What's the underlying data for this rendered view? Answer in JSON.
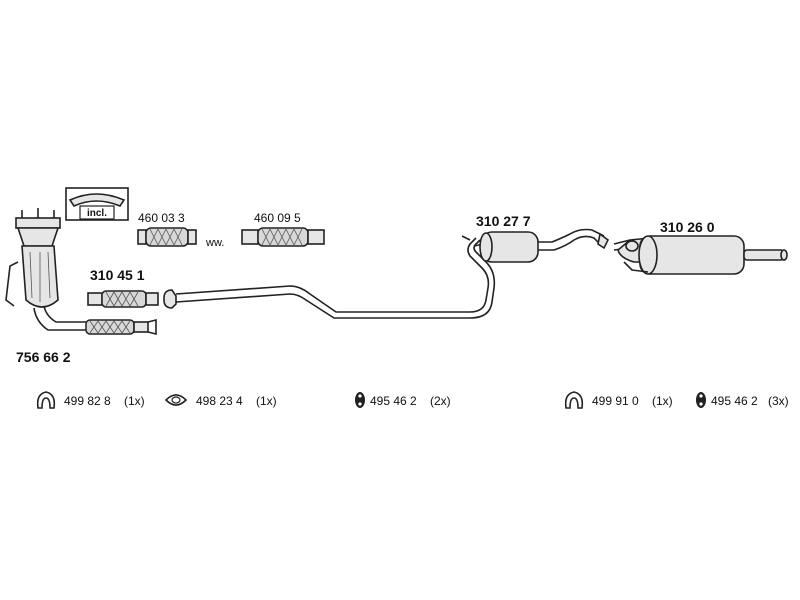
{
  "parts": {
    "catalytic_converter": "756 66 2",
    "incl_label": "incl.",
    "flex_pipe_1": "460 03 3",
    "flex_pipe_2": "460 09 5",
    "ww_label": "ww.",
    "front_pipe": "310 45 1",
    "middle_silencer": "310 27 7",
    "rear_silencer": "310 26 0"
  },
  "accessories": [
    {
      "number": "499 82 8",
      "qty": "(1x)",
      "icon": "exhaust-ring-icon"
    },
    {
      "number": "498 23 4",
      "qty": "(1x)",
      "icon": "gasket-icon"
    },
    {
      "number": "495 46 2",
      "qty": "(2x)",
      "icon": "rubber-mount-icon"
    },
    {
      "number": "499 91 0",
      "qty": "(1x)",
      "icon": "exhaust-ring-icon"
    },
    {
      "number": "495 46 2",
      "qty": "(3x)",
      "icon": "rubber-mount-icon"
    }
  ]
}
